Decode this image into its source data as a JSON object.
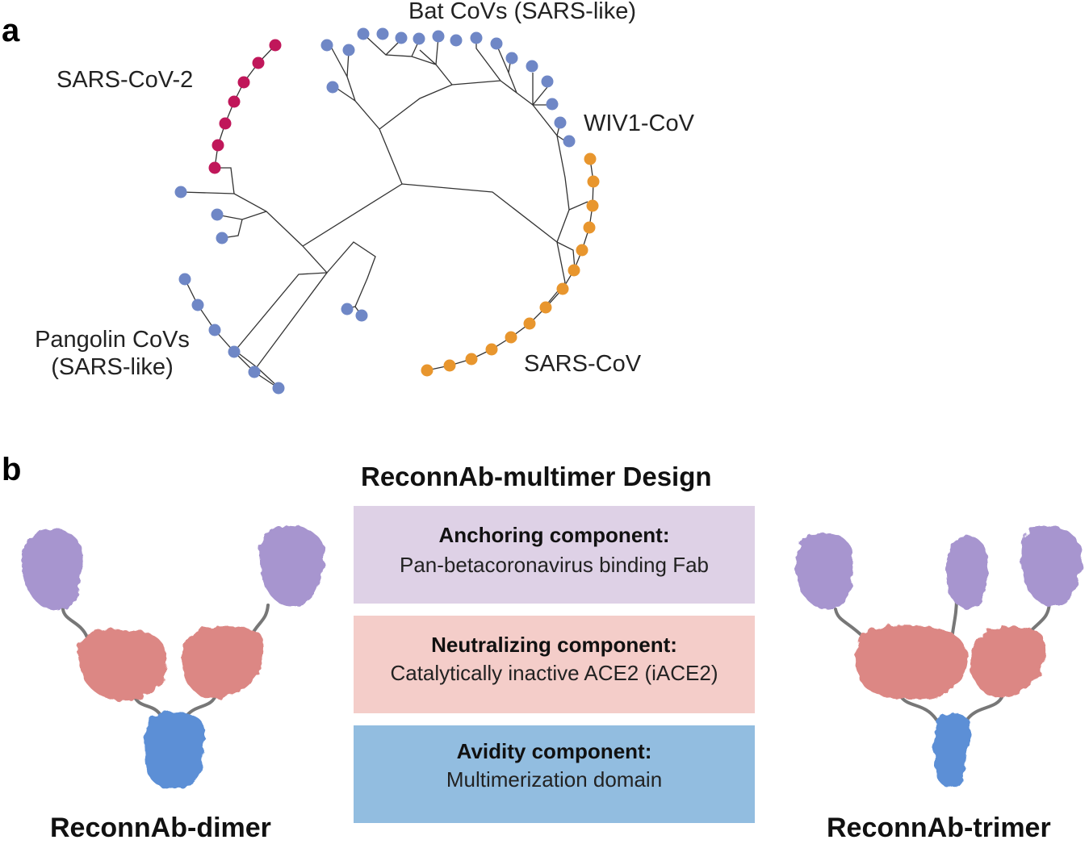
{
  "panel_a": {
    "letter": "a",
    "clades": {
      "sars_cov_2": "SARS-CoV-2",
      "bat": "Bat CoVs (SARS-like)",
      "wiv1": "WIV1-CoV",
      "sars_cov": "SARS-CoV",
      "pangolin_line1": "Pangolin CoVs",
      "pangolin_line2": "(SARS-like)"
    },
    "colors": {
      "sars_cov_2": "#c0175a",
      "sars_cov": "#e8962e",
      "other": "#6f87c6",
      "branch": "#333333"
    }
  },
  "panel_b": {
    "letter": "b",
    "title": "ReconnAb-multimer Design",
    "components": [
      {
        "heading": "Anchoring component:",
        "description": "Pan-betacoronavirus binding Fab",
        "color": "#ded1e6"
      },
      {
        "heading": "Neutralizing component:",
        "description": "Catalytically inactive ACE2 (iACE2)",
        "color": "#f4cdc9"
      },
      {
        "heading": "Avidity component:",
        "description": "Multimerization domain",
        "color": "#92bde0"
      }
    ],
    "constructs": {
      "dimer": "ReconnAb-dimer",
      "trimer": "ReconnAb-trimer"
    },
    "structure_colors": {
      "fab": "#a795cf",
      "ace2": "#dc8784",
      "multimer": "#5c8fd6",
      "linker": "#7a7a7a"
    }
  }
}
